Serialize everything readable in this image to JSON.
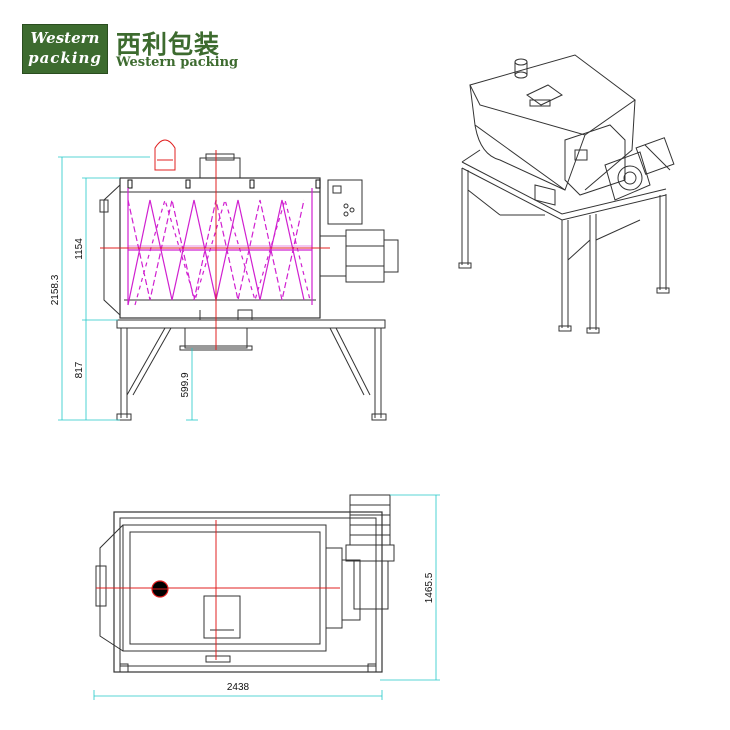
{
  "logo": {
    "box_line1": "Western",
    "box_line2": "packing",
    "chinese_name": "西利包装",
    "english_name": "Western packing"
  },
  "dimensions": {
    "overall_height": "2158.3",
    "tank_height": "1154",
    "frame_height": "817",
    "discharge_height": "599.9",
    "width": "1465.5",
    "length": "2438"
  },
  "colors": {
    "logo_green": "#3d6b2f",
    "ribbon_magenta": "#d020d0",
    "centerline_red": "#e02020",
    "dimension_cyan": "#20c8c8",
    "line_gray": "#333333"
  }
}
